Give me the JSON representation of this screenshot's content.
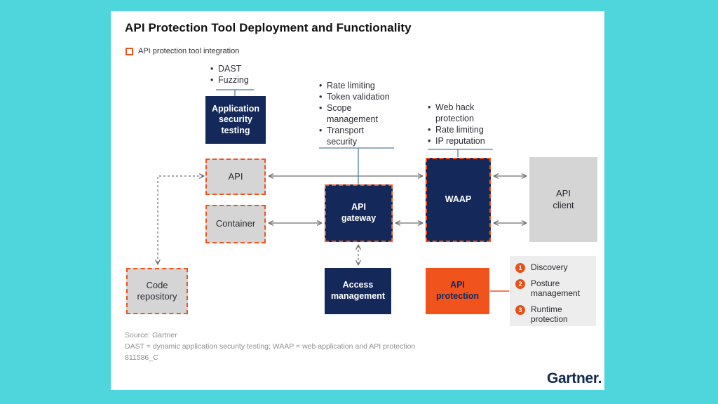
{
  "title": "API Protection Tool Deployment and Functionality",
  "legend": {
    "label": "API protection tool integration"
  },
  "colors": {
    "background": "#4fd6dc",
    "card": "#ffffff",
    "navy": "#14295a",
    "orange": "#f0531c",
    "box_gray": "#d5d5d5",
    "panel_gray": "#ededed",
    "arrow_gray": "#6f6f6f",
    "bracket_blue": "#4e7f9e"
  },
  "bullet_groups": {
    "app_sec": [
      "DAST",
      "Fuzzing"
    ],
    "gateway": [
      "Rate limiting",
      "Token validation",
      "Scope management",
      "Transport security"
    ],
    "waap": [
      "Web hack protection",
      "Rate limiting",
      "IP reputation"
    ]
  },
  "nodes": {
    "app_sec_testing": "Application security testing",
    "api": "API",
    "container": "Container",
    "code_repository": "Code repository",
    "api_gateway": "API\ngateway",
    "access_management": "Access management",
    "waap": "WAAP",
    "api_client": "API\nclient",
    "api_protection": "API\nprotection"
  },
  "protection_steps": [
    {
      "num": "1",
      "label": "Discovery"
    },
    {
      "num": "2",
      "label": "Posture management"
    },
    {
      "num": "3",
      "label": "Runtime protection"
    }
  ],
  "footer": {
    "source": "Source: Gartner",
    "abbreviations": "DAST = dynamic application security testing; WAAP = web application and API protection",
    "doc_id": "811586_C"
  },
  "brand": {
    "logo": "Gartner."
  }
}
